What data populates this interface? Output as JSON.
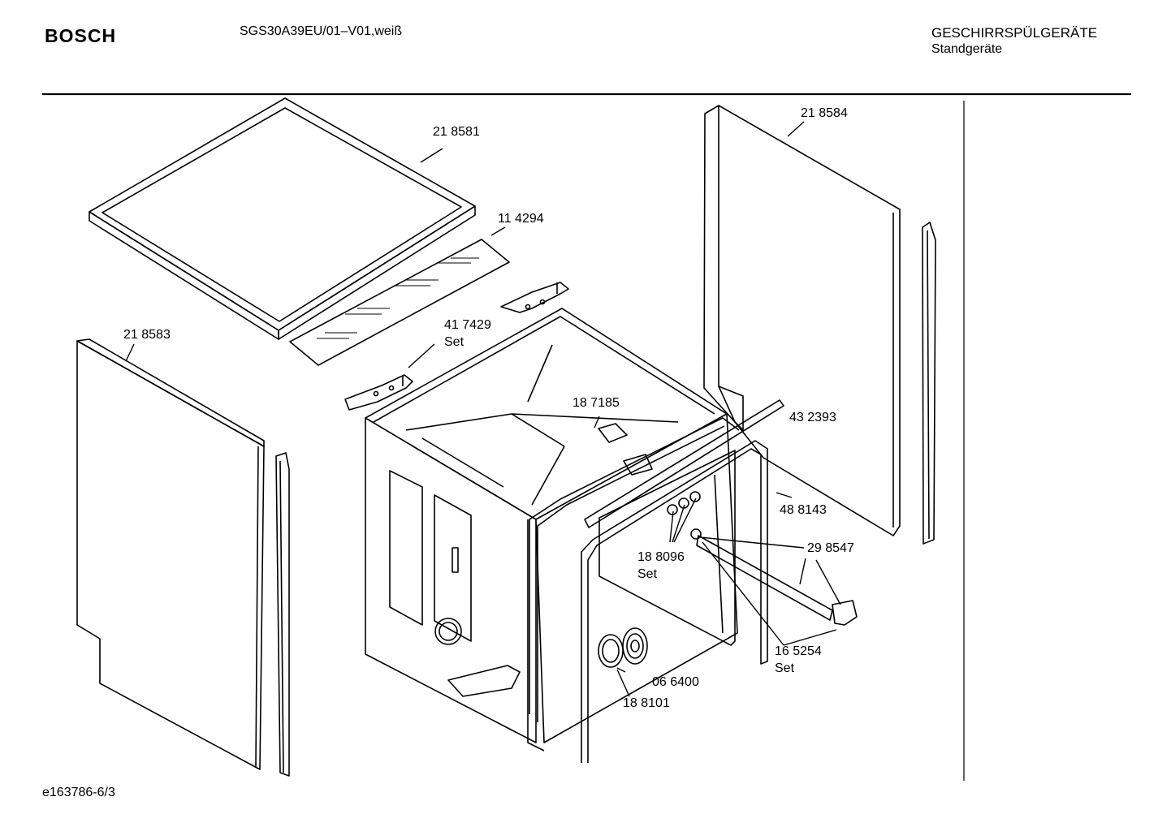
{
  "header": {
    "brand": "BOSCH",
    "model": "SGS30A39EU/01–V01,weiß",
    "category": "GESCHIRRSPÜLGERÄTE",
    "subcategory": "Standgeräte"
  },
  "footer": {
    "drawing_id": "e163786-6/3"
  },
  "parts": [
    {
      "number": "21 8581"
    },
    {
      "number": "11 4294"
    },
    {
      "number": "41 7429",
      "note": "Set"
    },
    {
      "number": "21 8583"
    },
    {
      "number": "21 8584"
    },
    {
      "number": "18 7185"
    },
    {
      "number": "43 2393"
    },
    {
      "number": "48 8143"
    },
    {
      "number": "29 8547"
    },
    {
      "number": "18 8096",
      "note": "Set"
    },
    {
      "number": "16 5254",
      "note": "Set"
    },
    {
      "number": "06 6400"
    },
    {
      "number": "18 8101"
    }
  ]
}
